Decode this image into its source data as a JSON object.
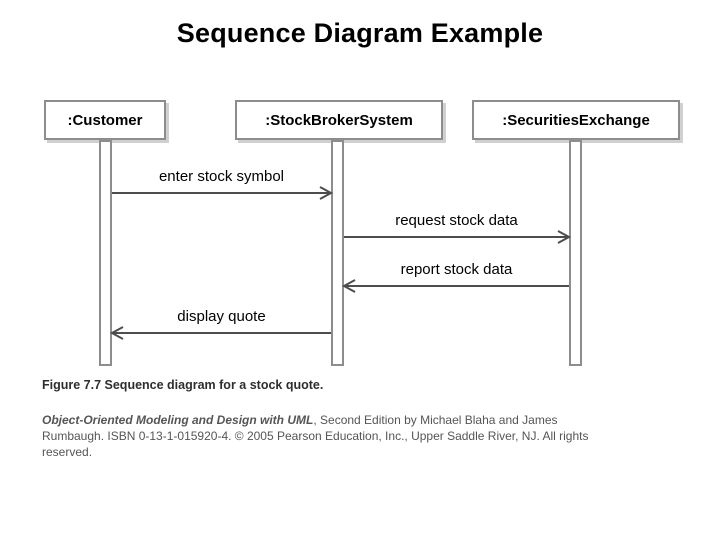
{
  "slide": {
    "title": "Sequence Diagram Example",
    "background_color": "#ffffff"
  },
  "diagram": {
    "type": "uml-sequence-diagram",
    "line_color": "#4d4d4d",
    "box_border_color": "#8d8d8d",
    "lifelines": [
      {
        "id": "customer",
        "label": ":Customer"
      },
      {
        "id": "stockbrokersystem",
        "label": ":StockBrokerSystem"
      },
      {
        "id": "securitiesexchange",
        "label": ":SecuritiesExchange"
      }
    ],
    "messages": [
      {
        "id": "m1",
        "label": "enter stock symbol",
        "from": "customer",
        "to": "stockbrokersystem",
        "direction": "right"
      },
      {
        "id": "m2",
        "label": "request stock data",
        "from": "stockbrokersystem",
        "to": "securitiesexchange",
        "direction": "right"
      },
      {
        "id": "m3",
        "label": "report stock data",
        "from": "securitiesexchange",
        "to": "stockbrokersystem",
        "direction": "left"
      },
      {
        "id": "m4",
        "label": "display quote",
        "from": "stockbrokersystem",
        "to": "customer",
        "direction": "left"
      }
    ]
  },
  "caption": {
    "figure": "Figure 7.7  Sequence diagram for a stock quote."
  },
  "copyright": {
    "book_title": "Object-Oriented Modeling and Design with UML",
    "rest": ", Second Edition by Michael Blaha and James Rumbaugh. ISBN 0-13-1-015920-4. © 2005 Pearson Education, Inc., Upper Saddle River, NJ. All rights reserved."
  }
}
